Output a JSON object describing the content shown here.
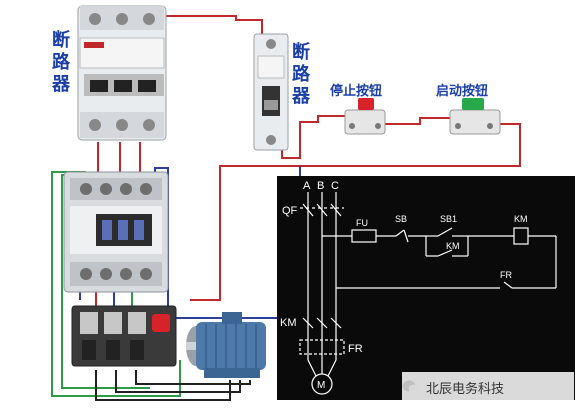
{
  "labels": {
    "breaker_left": "断路器",
    "breaker_right": "断路器",
    "stop_button": "停止按钮",
    "start_button": "启动按钮"
  },
  "schematic": {
    "phases": [
      "A",
      "B",
      "C"
    ],
    "qf": "QF",
    "fu": "FU",
    "sb": "SB",
    "sb1": "SB1",
    "km_coil": "KM",
    "km_aux": "KM",
    "fr_contact": "FR",
    "km_main": "KM",
    "fr_main": "FR",
    "motor": "M"
  },
  "watermark": {
    "text": "北辰电务科技"
  },
  "colors": {
    "label_blue": "#1b3fa6",
    "wire_red": "#c0282c",
    "wire_blue": "#2b3f9a",
    "wire_green": "#2f9a4a",
    "stop_red": "#d8222a",
    "start_green": "#28a84a",
    "schematic_bg": "#0a0a0a"
  }
}
